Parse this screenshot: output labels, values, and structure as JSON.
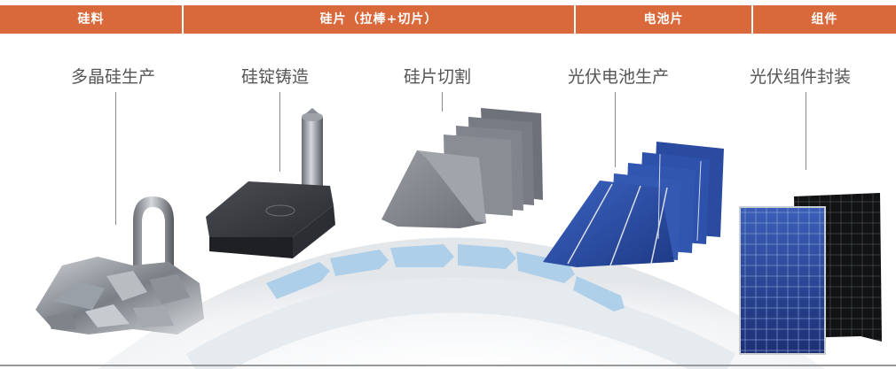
{
  "header": {
    "col1": "硅料",
    "col2": "硅片（拉棒+切片）",
    "col3": "电池片",
    "col4": "组件"
  },
  "stages": {
    "s1": "多晶硅生产",
    "s2": "硅锭铸造",
    "s3": "硅片切割",
    "s4": "光伏电池生产",
    "s5": "光伏组件封装"
  },
  "colors": {
    "header_bg": "#d9693a",
    "arrow_blue": "#a9cde9",
    "cell_blue": "#2b4fa3",
    "wafer_gray": "#7e8088"
  }
}
